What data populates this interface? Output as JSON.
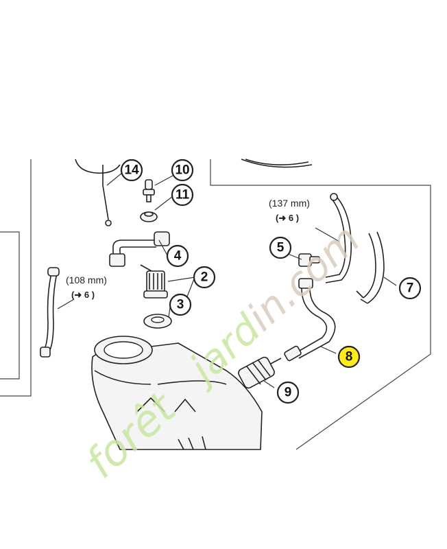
{
  "callouts": [
    "14",
    "10",
    "11",
    "4",
    "2",
    "3",
    "5",
    "7",
    "8",
    "9"
  ],
  "highlight_color": "#ffec1a",
  "annotations": {
    "hose_short_len": "(108 mm)",
    "hose_short_ref": "6",
    "hose_long_len": "(137 mm)",
    "hose_long_ref": "6"
  },
  "watermark": {
    "text_left": "forêt",
    "text_right": "jardin.com",
    "color_green": "#c8e6a0",
    "color_orange": "#f6c189",
    "color_brown": "#d9ccbd"
  }
}
